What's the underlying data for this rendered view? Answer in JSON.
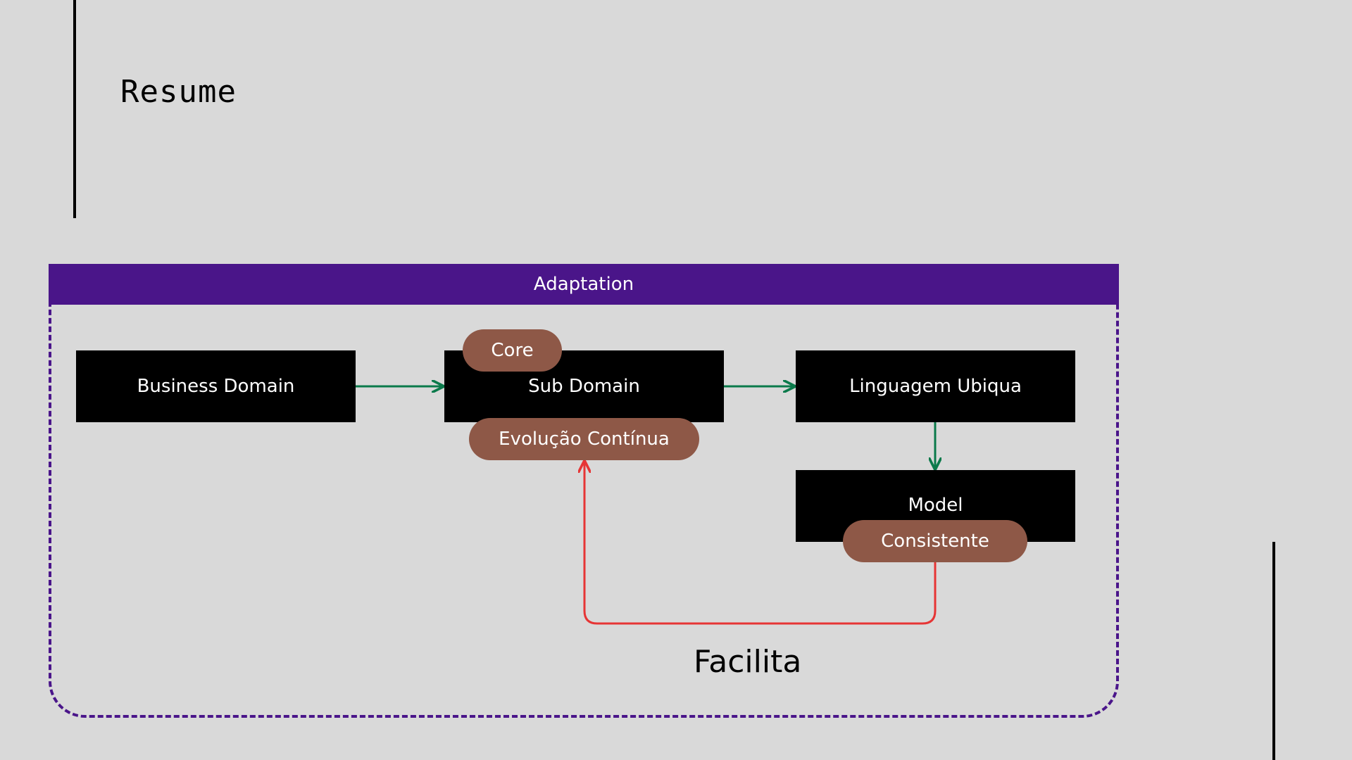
{
  "slide": {
    "title": "Resume"
  },
  "container": {
    "label": "Adaptation"
  },
  "nodes": {
    "business_domain": "Business Domain",
    "sub_domain": "Sub Domain",
    "linguagem_ubiqua": "Linguagem Ubiqua",
    "model": "Model"
  },
  "tags": {
    "core": "Core",
    "evolucao": "Evolução Contínua",
    "consistente": "Consistente"
  },
  "edges": {
    "facilita_label": "Facilita"
  },
  "colors": {
    "background": "#d9d9d9",
    "container_accent": "#4a1589",
    "node_fill": "#000000",
    "tag_fill": "#8e5847",
    "flow_arrow": "#0b7a4b",
    "feedback_arrow": "#e63535"
  }
}
